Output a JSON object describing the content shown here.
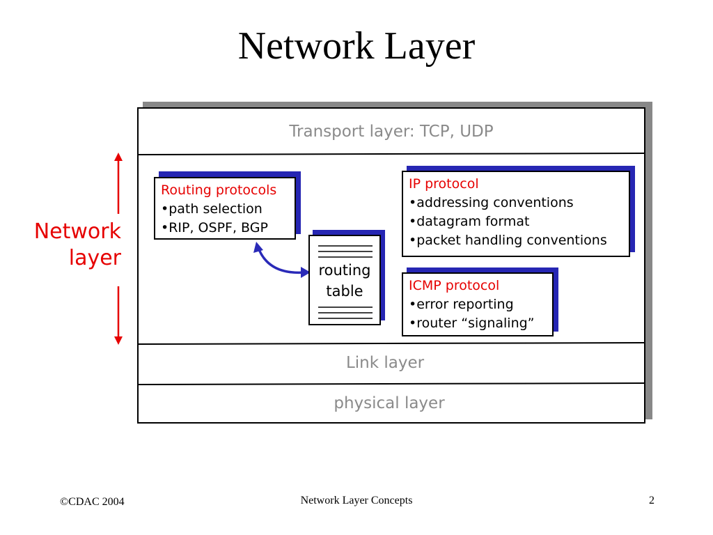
{
  "title": "Network Layer",
  "layers": {
    "transport": "Transport layer: TCP, UDP",
    "link": "Link layer",
    "physical": "physical layer"
  },
  "side_label": {
    "line1": "Network",
    "line2": "layer"
  },
  "routing_protocols": {
    "heading": "Routing protocols",
    "items": [
      "•path selection",
      "•RIP, OSPF, BGP"
    ]
  },
  "routing_table": {
    "line1": "routing",
    "line2": "table"
  },
  "ip_protocol": {
    "heading": "IP protocol",
    "items": [
      "•addressing conventions",
      "•datagram format",
      "•packet handling conventions"
    ]
  },
  "icmp_protocol": {
    "heading": "ICMP protocol",
    "items": [
      "•error reporting",
      "•router “signaling”"
    ]
  },
  "footer": {
    "left": "©CDAC 2004",
    "center": "Network Layer Concepts",
    "right": "2"
  },
  "colors": {
    "accent_red": "#e60000",
    "box_shadow_blue": "#2626b3",
    "layer_gray": "#8a8a8a",
    "arrow_blue": "#2a2ab8"
  }
}
